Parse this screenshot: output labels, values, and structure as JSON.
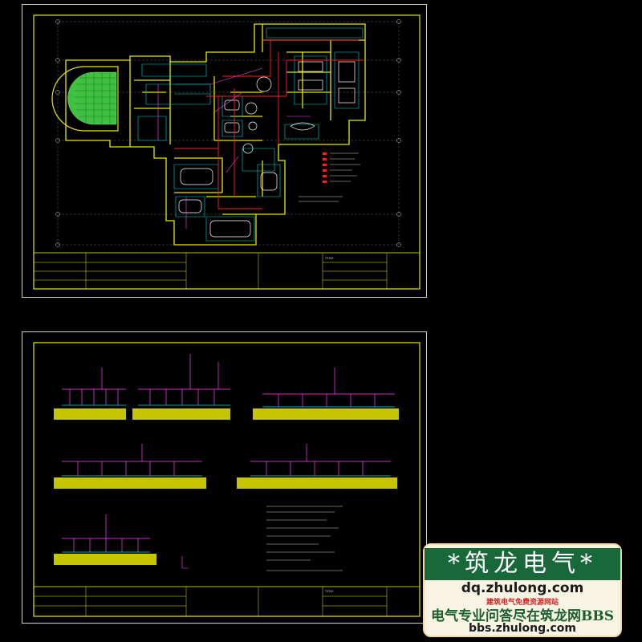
{
  "watermark": {
    "brand": "*筑龙电气*",
    "url": "dq.zhulong.com",
    "tagline_red": "建筑电气免费资源网站",
    "bbs_line": "电气专业问答尽在筑龙网BBS",
    "bbs_url": "bbs.zhulong.com"
  },
  "sheet_top": {
    "title_block_label": "TITLE"
  },
  "sheet_bottom": {
    "title_block_label": "TITLE"
  },
  "colors": {
    "frame": "#e8e800",
    "wall": "#e8e800",
    "cyan": "#00e0e0",
    "red": "#ff2020",
    "magenta": "#ff30ff",
    "white": "#ffffff"
  }
}
